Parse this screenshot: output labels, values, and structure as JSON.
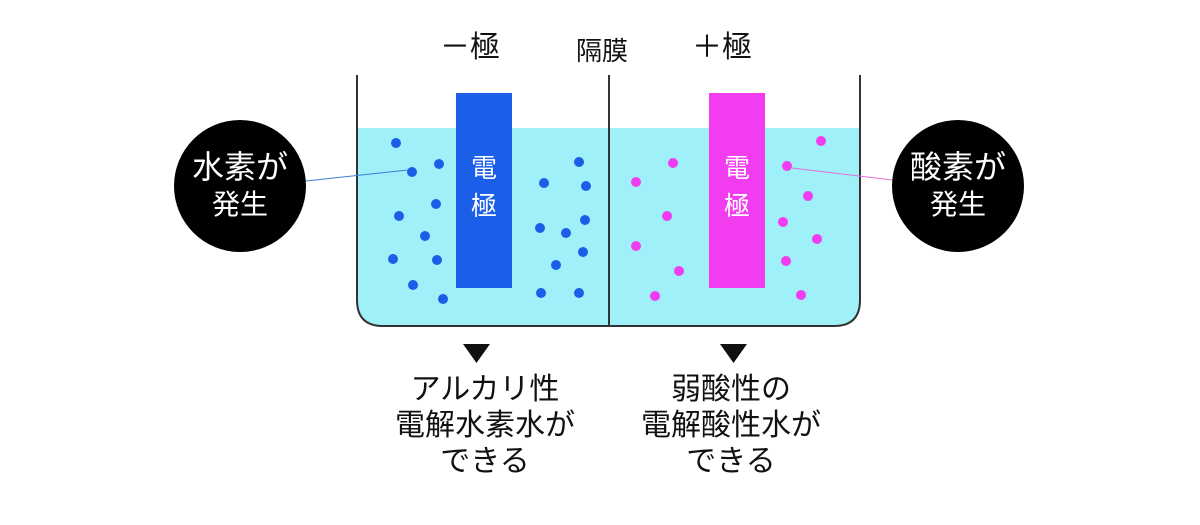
{
  "labels": {
    "negative": "－極",
    "membrane": "隔膜",
    "positive": "＋極"
  },
  "bubbles": {
    "left": {
      "line1": "水素が",
      "line2": "発生"
    },
    "right": {
      "line1": "酸素が",
      "line2": "発生"
    }
  },
  "electrodes": {
    "negative": {
      "line1": "電",
      "line2": "極",
      "color": "#1b5ee8"
    },
    "positive": {
      "line1": "電",
      "line2": "極",
      "color": "#f23cf0"
    }
  },
  "results": {
    "left": [
      "アルカリ性",
      "電解水素水が",
      "できる"
    ],
    "right": [
      "弱酸性の",
      "電解酸性水が",
      "できる"
    ]
  },
  "colors": {
    "water": "#9ff0f8",
    "hydrogen_dot": "#1b5ee8",
    "oxygen_dot": "#f23cf0",
    "tank_outline": "#333333",
    "bubble_bg": "#000000"
  }
}
